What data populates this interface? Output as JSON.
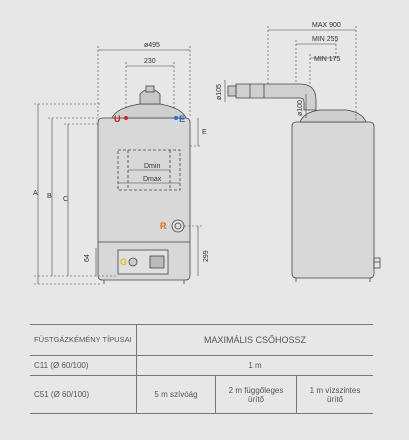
{
  "dims": {
    "max900": "MAX 900",
    "min255": "MIN 255",
    "min175": "MIN 175",
    "d495": "ø495",
    "w230": "230",
    "d105": "ø105",
    "d100": "ø100",
    "e": "E",
    "a": "A",
    "b": "B",
    "c": "C",
    "h299": "299",
    "h64": "64",
    "dmin": "Dmin",
    "dmax": "Dmax"
  },
  "labels": {
    "u": "U",
    "e": "E",
    "r": "R",
    "g": "G"
  },
  "colors": {
    "u": "#d02020",
    "e": "#2a6fd0",
    "r": "#e07010",
    "g": "#d8c020"
  },
  "table": {
    "header_type": "FÜSTGÁZKÉMÉNY TÍPUSAI",
    "header_len": "MAXIMÁLIS CSŐHOSSZ",
    "row1_type": "C11 (Ø 60/100)",
    "row1_val": "1 m",
    "row2_type": "C51 (Ø 60/100)",
    "row2_a": "5 m szívóág",
    "row2_b": "2 m függőleges ürítő",
    "row2_c": "1 m vízszintes ürítő"
  }
}
